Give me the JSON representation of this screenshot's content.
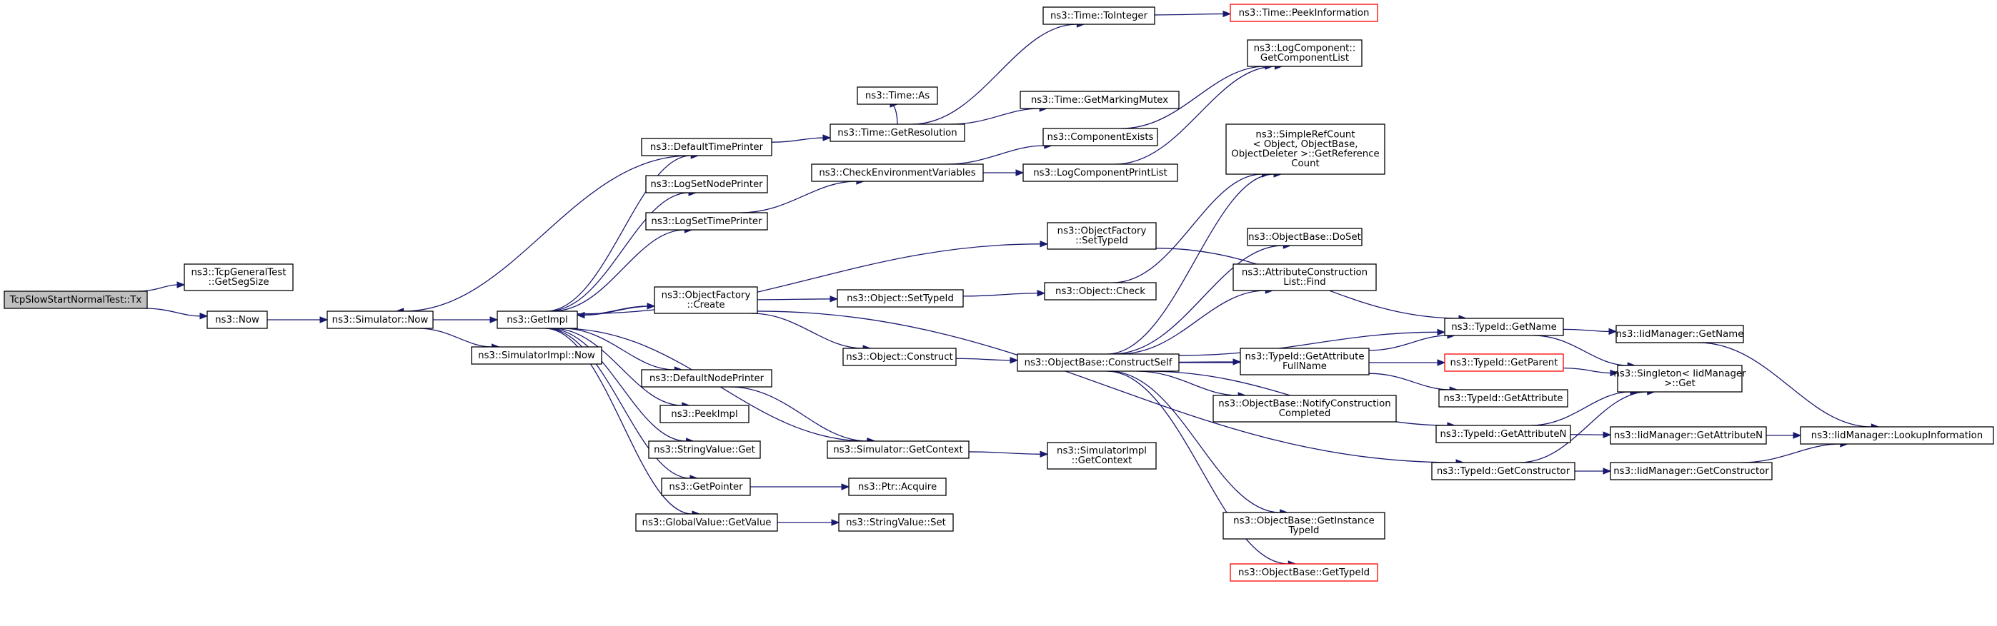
{
  "colors": {
    "edge": "#191970",
    "root_fill": "#bfbfbf",
    "missing_border": "#ff0000",
    "node_border": "#000000"
  },
  "nodes": [
    {
      "id": "root",
      "lines": [
        "TcpSlowStartNormalTest::Tx"
      ],
      "kind": "root"
    },
    {
      "id": "getsegsize",
      "lines": [
        "ns3::TcpGeneralTest",
        "::GetSegSize"
      ]
    },
    {
      "id": "now",
      "lines": [
        "ns3::Now"
      ]
    },
    {
      "id": "sim_now",
      "lines": [
        "ns3::Simulator::Now"
      ]
    },
    {
      "id": "simimpl_now",
      "lines": [
        "ns3::SimulatorImpl::Now"
      ]
    },
    {
      "id": "getimpl",
      "lines": [
        "ns3::GetImpl"
      ]
    },
    {
      "id": "deftimeprinter",
      "lines": [
        "ns3::DefaultTimePrinter"
      ]
    },
    {
      "id": "logsetnodeprinter",
      "lines": [
        "ns3::LogSetNodePrinter"
      ]
    },
    {
      "id": "logsettimeprinter",
      "lines": [
        "ns3::LogSetTimePrinter"
      ]
    },
    {
      "id": "objfactory_create",
      "lines": [
        "ns3::ObjectFactory",
        "::Create"
      ]
    },
    {
      "id": "defnodeprinter",
      "lines": [
        "ns3::DefaultNodePrinter"
      ]
    },
    {
      "id": "peekimpl",
      "lines": [
        "ns3::PeekImpl"
      ]
    },
    {
      "id": "stringvalue_get",
      "lines": [
        "ns3::StringValue::Get"
      ]
    },
    {
      "id": "getpointer",
      "lines": [
        "ns3::GetPointer"
      ]
    },
    {
      "id": "globalvalue_getvalue",
      "lines": [
        "ns3::GlobalValue::GetValue"
      ]
    },
    {
      "id": "time_as",
      "lines": [
        "ns3::Time::As"
      ]
    },
    {
      "id": "time_getresolution",
      "lines": [
        "ns3::Time::GetResolution"
      ]
    },
    {
      "id": "checkenvvars",
      "lines": [
        "ns3::CheckEnvironmentVariables"
      ]
    },
    {
      "id": "object_settypeid",
      "lines": [
        "ns3::Object::SetTypeId"
      ]
    },
    {
      "id": "object_construct",
      "lines": [
        "ns3::Object::Construct"
      ]
    },
    {
      "id": "sim_getcontext",
      "lines": [
        "ns3::Simulator::GetContext"
      ]
    },
    {
      "id": "ptr_acquire",
      "lines": [
        "ns3::Ptr::Acquire"
      ]
    },
    {
      "id": "stringvalue_set",
      "lines": [
        "ns3::StringValue::Set"
      ]
    },
    {
      "id": "time_tointeger",
      "lines": [
        "ns3::Time::ToInteger"
      ]
    },
    {
      "id": "time_getmarkingmutex",
      "lines": [
        "ns3::Time::GetMarkingMutex"
      ]
    },
    {
      "id": "componentexists",
      "lines": [
        "ns3::ComponentExists"
      ]
    },
    {
      "id": "logcomponentprintlist",
      "lines": [
        "ns3::LogComponentPrintList"
      ]
    },
    {
      "id": "objfactory_settypeid",
      "lines": [
        "ns3::ObjectFactory",
        "::SetTypeId"
      ]
    },
    {
      "id": "object_check",
      "lines": [
        "ns3::Object::Check"
      ]
    },
    {
      "id": "objbase_constructself",
      "lines": [
        "ns3::ObjectBase::ConstructSelf"
      ]
    },
    {
      "id": "simimpl_getcontext",
      "lines": [
        "ns3::SimulatorImpl",
        "::GetContext"
      ]
    },
    {
      "id": "time_peekinformation",
      "lines": [
        "ns3::Time::PeekInformation"
      ],
      "kind": "missing"
    },
    {
      "id": "logcomponent_getlist",
      "lines": [
        "ns3::LogComponent::",
        "GetComponentList"
      ]
    },
    {
      "id": "simplerefcount",
      "lines": [
        "ns3::SimpleRefCount",
        "< Object, ObjectBase,",
        "ObjectDeleter >::GetReference",
        "Count"
      ]
    },
    {
      "id": "objbase_doset",
      "lines": [
        "ns3::ObjectBase::DoSet"
      ]
    },
    {
      "id": "attrconstructionlist_find",
      "lines": [
        "ns3::AttributeConstruction",
        "List::Find"
      ]
    },
    {
      "id": "typeid_getattributefullname",
      "lines": [
        "ns3::TypeId::GetAttribute",
        "FullName"
      ]
    },
    {
      "id": "objbase_notifyconstruction",
      "lines": [
        "ns3::ObjectBase::NotifyConstruction",
        "Completed"
      ]
    },
    {
      "id": "objbase_getinstancetypeid",
      "lines": [
        "ns3::ObjectBase::GetInstance",
        "TypeId"
      ]
    },
    {
      "id": "objbase_gettypeid",
      "lines": [
        "ns3::ObjectBase::GetTypeId"
      ],
      "kind": "missing"
    },
    {
      "id": "typeid_getname",
      "lines": [
        "ns3::TypeId::GetName"
      ]
    },
    {
      "id": "typeid_getparent",
      "lines": [
        "ns3::TypeId::GetParent"
      ],
      "kind": "missing"
    },
    {
      "id": "typeid_getattribute",
      "lines": [
        "ns3::TypeId::GetAttribute"
      ]
    },
    {
      "id": "typeid_getattributen",
      "lines": [
        "ns3::TypeId::GetAttributeN"
      ]
    },
    {
      "id": "typeid_getconstructor",
      "lines": [
        "ns3::TypeId::GetConstructor"
      ]
    },
    {
      "id": "iidmanager_getname",
      "lines": [
        "ns3::IidManager::GetName"
      ]
    },
    {
      "id": "singleton_get",
      "lines": [
        "ns3::Singleton< IidManager",
        ">::Get"
      ]
    },
    {
      "id": "iidmanager_getattributen",
      "lines": [
        "ns3::IidManager::GetAttributeN"
      ]
    },
    {
      "id": "iidmanager_getconstructor",
      "lines": [
        "ns3::IidManager::GetConstructor"
      ]
    },
    {
      "id": "iidmanager_lookupinformation",
      "lines": [
        "ns3::IidManager::LookupInformation"
      ]
    }
  ],
  "edges": [
    [
      "root",
      "getsegsize"
    ],
    [
      "root",
      "now"
    ],
    [
      "now",
      "sim_now"
    ],
    [
      "sim_now",
      "getimpl"
    ],
    [
      "sim_now",
      "simimpl_now"
    ],
    [
      "getimpl",
      "deftimeprinter"
    ],
    [
      "getimpl",
      "logsetnodeprinter"
    ],
    [
      "getimpl",
      "logsettimeprinter"
    ],
    [
      "getimpl",
      "objfactory_create"
    ],
    [
      "getimpl",
      "defnodeprinter"
    ],
    [
      "getimpl",
      "peekimpl"
    ],
    [
      "getimpl",
      "stringvalue_get"
    ],
    [
      "getimpl",
      "getpointer"
    ],
    [
      "getimpl",
      "globalvalue_getvalue"
    ],
    [
      "getimpl",
      "objfactory_settypeid"
    ],
    [
      "getimpl",
      "sim_getcontext"
    ],
    [
      "deftimeprinter",
      "sim_now"
    ],
    [
      "deftimeprinter",
      "time_getresolution"
    ],
    [
      "time_getresolution",
      "time_as"
    ],
    [
      "time_getresolution",
      "time_tointeger"
    ],
    [
      "time_getresolution",
      "time_getmarkingmutex"
    ],
    [
      "time_tointeger",
      "time_peekinformation"
    ],
    [
      "logsettimeprinter",
      "checkenvvars"
    ],
    [
      "checkenvvars",
      "componentexists"
    ],
    [
      "checkenvvars",
      "logcomponentprintlist"
    ],
    [
      "componentexists",
      "logcomponent_getlist"
    ],
    [
      "logcomponentprintlist",
      "logcomponent_getlist"
    ],
    [
      "objfactory_create",
      "object_settypeid"
    ],
    [
      "objfactory_create",
      "object_construct"
    ],
    [
      "objfactory_create",
      "getimpl"
    ],
    [
      "objfactory_create",
      "typeid_getconstructor"
    ],
    [
      "object_settypeid",
      "object_check"
    ],
    [
      "object_check",
      "simplerefcount"
    ],
    [
      "object_construct",
      "objbase_constructself"
    ],
    [
      "objfactory_settypeid",
      "typeid_getname"
    ],
    [
      "defnodeprinter",
      "sim_getcontext"
    ],
    [
      "sim_getcontext",
      "simimpl_getcontext"
    ],
    [
      "getpointer",
      "ptr_acquire"
    ],
    [
      "globalvalue_getvalue",
      "stringvalue_set"
    ],
    [
      "objbase_constructself",
      "objbase_doset"
    ],
    [
      "objbase_constructself",
      "attrconstructionlist_find"
    ],
    [
      "objbase_constructself",
      "typeid_getattributefullname"
    ],
    [
      "objbase_constructself",
      "objbase_notifyconstruction"
    ],
    [
      "objbase_constructself",
      "objbase_getinstancetypeid"
    ],
    [
      "objbase_constructself",
      "objbase_gettypeid"
    ],
    [
      "objbase_constructself",
      "typeid_getname"
    ],
    [
      "objbase_constructself",
      "typeid_getparent"
    ],
    [
      "objbase_constructself",
      "typeid_getattributen"
    ],
    [
      "objbase_constructself",
      "simplerefcount"
    ],
    [
      "typeid_getattributefullname",
      "typeid_getname"
    ],
    [
      "typeid_getattributefullname",
      "typeid_getattribute"
    ],
    [
      "typeid_getname",
      "iidmanager_getname"
    ],
    [
      "typeid_getname",
      "singleton_get"
    ],
    [
      "typeid_getparent",
      "singleton_get"
    ],
    [
      "typeid_getattributen",
      "singleton_get"
    ],
    [
      "typeid_getattributen",
      "iidmanager_getattributen"
    ],
    [
      "typeid_getconstructor",
      "singleton_get"
    ],
    [
      "typeid_getconstructor",
      "iidmanager_getconstructor"
    ],
    [
      "iidmanager_getname",
      "iidmanager_lookupinformation"
    ],
    [
      "iidmanager_getattributen",
      "iidmanager_lookupinformation"
    ],
    [
      "iidmanager_getconstructor",
      "iidmanager_lookupinformation"
    ]
  ]
}
